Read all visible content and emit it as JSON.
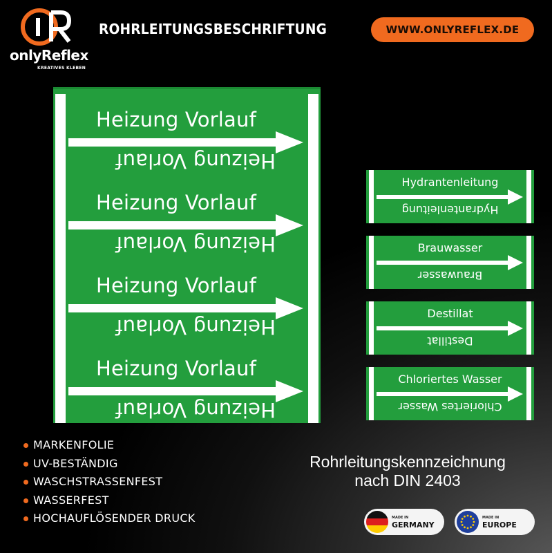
{
  "brand": {
    "logo_mark": "OR",
    "name": "onlyReflex",
    "tagline": "KREATIVES KLEBEN",
    "accent_color": "#f06a1f"
  },
  "header": {
    "title": "ROHRLEITUNGSBESCHRIFTUNG",
    "website": "WWW.ONLYREFLEX.DE"
  },
  "big_label": {
    "color": "#239e3d",
    "tiles": [
      {
        "text_up": "Heizung Vorlauf",
        "text_down": "Heizung Vorlauf"
      },
      {
        "text_up": "Heizung Vorlauf",
        "text_down": "Heizung Vorlauf"
      },
      {
        "text_up": "Heizung Vorlauf",
        "text_down": "Heizung Vorlauf"
      },
      {
        "text_up": "Heizung Vorlauf",
        "text_down": "Heizung Vorlauf"
      }
    ]
  },
  "small_labels": [
    {
      "text_up": "Hydrantenleitung",
      "text_down": "Hydrantenleitung"
    },
    {
      "text_up": "Brauwasser",
      "text_down": "Brauwasser"
    },
    {
      "text_up": "Destillat",
      "text_down": "Destillat"
    },
    {
      "text_up": "Chloriertes Wasser",
      "text_down": "Chloriertes Wasser"
    }
  ],
  "features": [
    "MARKENFOLIE",
    "UV-BESTÄNDIG",
    "WASCHSTRASSENFEST",
    "WASSERFEST",
    "HOCHAUFLÖSENDER DRUCK"
  ],
  "din": {
    "line1": "Rohrleitungskennzeichnung",
    "line2": "nach DIN 2403"
  },
  "badges": [
    {
      "small": "MADE IN",
      "big": "GERMANY",
      "icon": "germany-flag-icon"
    },
    {
      "small": "MADE IN",
      "big": "EUROPE",
      "icon": "eu-flag-icon"
    }
  ]
}
